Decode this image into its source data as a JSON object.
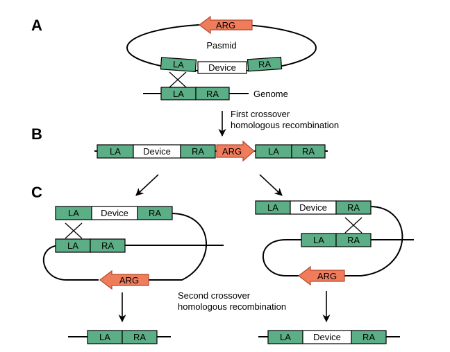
{
  "panels": {
    "a": "A",
    "b": "B",
    "c": "C"
  },
  "labels": {
    "la": "LA",
    "ra": "RA",
    "device": "Device",
    "arg": "ARG",
    "pasmid": "Pasmid",
    "genome": "Genome",
    "first_crossover_1": "First crossover",
    "first_crossover_2": "homologous recombination",
    "second_crossover_1": "Second crossover",
    "second_crossover_2": "homologous recombination"
  },
  "colors": {
    "homology_arm": "#5bae86",
    "device": "#ffffff",
    "arg": "#ef7d5b",
    "arg_outline": "#b5482c",
    "line": "#000000"
  }
}
